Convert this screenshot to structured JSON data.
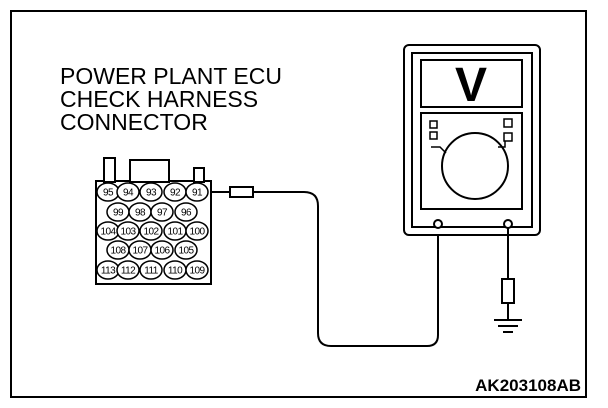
{
  "title": {
    "lines": [
      "POWER PLANT ECU",
      "CHECK HARNESS",
      "CONNECTOR"
    ]
  },
  "reference_code": "AK203108AB",
  "connector": {
    "rows": [
      [
        "95",
        "94",
        "93",
        "92",
        "91"
      ],
      [
        "99",
        "98",
        "97",
        "96"
      ],
      [
        "104",
        "103",
        "102",
        "101",
        "100"
      ],
      [
        "108",
        "107",
        "106",
        "105"
      ],
      [
        "113",
        "112",
        "111",
        "110",
        "109"
      ]
    ]
  },
  "voltmeter": {
    "display_symbol": "V"
  },
  "colors": {
    "line": "#000000",
    "background": "#ffffff"
  },
  "icons": [
    "voltmeter-icon",
    "ground-icon",
    "probe-icon",
    "connector-icon"
  ]
}
